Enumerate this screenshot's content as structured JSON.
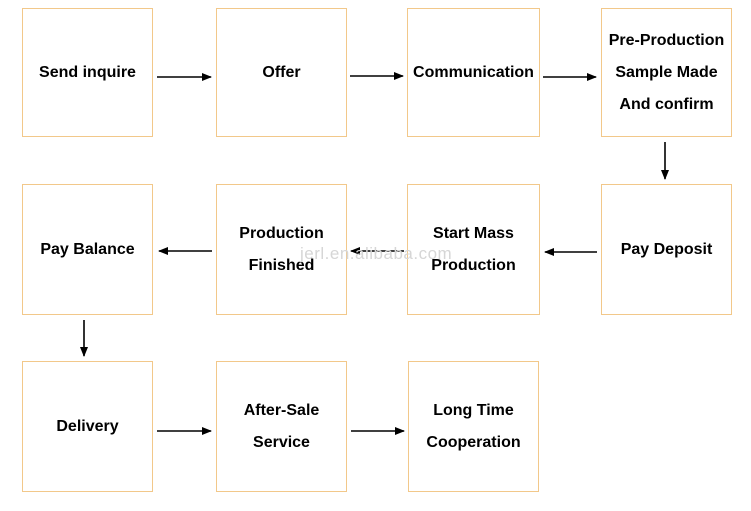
{
  "diagram": {
    "colors": {
      "box_border": "#f2c88a",
      "text": "#000000",
      "arrow": "#000000",
      "watermark": "#d6d6d6"
    },
    "watermark": "jerl.en.alibaba.com",
    "steps": [
      {
        "id": "send-inquire",
        "label": "Send inquire"
      },
      {
        "id": "offer",
        "label": "Offer"
      },
      {
        "id": "communication",
        "label": "Communication"
      },
      {
        "id": "pre-production",
        "label": "Pre-Production\nSample Made\nAnd confirm"
      },
      {
        "id": "pay-deposit",
        "label": "Pay Deposit"
      },
      {
        "id": "start-mass",
        "label": "Start Mass\nProduction"
      },
      {
        "id": "production-finished",
        "label": "Production\nFinished"
      },
      {
        "id": "pay-balance",
        "label": "Pay Balance"
      },
      {
        "id": "delivery",
        "label": "Delivery"
      },
      {
        "id": "after-sale",
        "label": "After-Sale\nService"
      },
      {
        "id": "long-time",
        "label": "Long Time\nCooperation"
      }
    ],
    "edges": [
      {
        "from": "send-inquire",
        "to": "offer"
      },
      {
        "from": "offer",
        "to": "communication"
      },
      {
        "from": "communication",
        "to": "pre-production"
      },
      {
        "from": "pre-production",
        "to": "pay-deposit"
      },
      {
        "from": "pay-deposit",
        "to": "start-mass"
      },
      {
        "from": "start-mass",
        "to": "production-finished"
      },
      {
        "from": "production-finished",
        "to": "pay-balance"
      },
      {
        "from": "pay-balance",
        "to": "delivery"
      },
      {
        "from": "delivery",
        "to": "after-sale"
      },
      {
        "from": "after-sale",
        "to": "long-time"
      }
    ]
  }
}
